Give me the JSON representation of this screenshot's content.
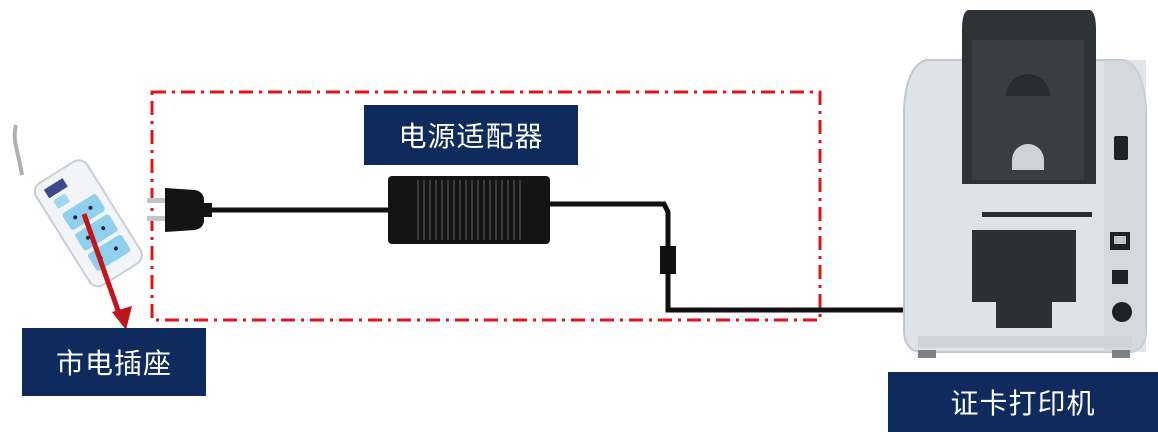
{
  "labels": {
    "adapter": "电源适配器",
    "outlet": "市电插座",
    "printer": "证卡打印机"
  },
  "colors": {
    "label_bg": "#0f2a5c",
    "dash_outline": "#e0141a",
    "arrow": "#c0151a",
    "cable": "#111111"
  },
  "icons": {
    "power_strip": "power-strip-icon",
    "plug": "two-prong-plug-icon",
    "adapter_brick": "power-adapter-icon",
    "printer": "card-printer-icon"
  }
}
